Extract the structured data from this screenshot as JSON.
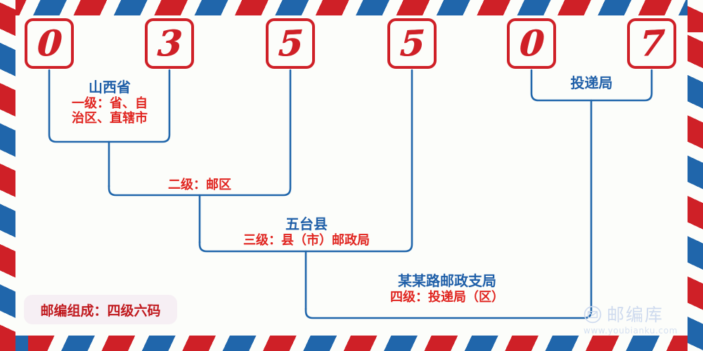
{
  "postcode": {
    "digits": [
      "0",
      "3",
      "5",
      "5",
      "0",
      "7"
    ]
  },
  "colors": {
    "red": "#cf2027",
    "blue": "#2066ab",
    "title_blue": "#1f5fa8",
    "desc_red": "#e0241f",
    "background": "#fcfdfa",
    "badge_bg": "#f6eff4",
    "badge_text": "#c0191e",
    "watermark": "#ccd9ee"
  },
  "levels": [
    {
      "id": "level-1",
      "title": "山西省",
      "desc_line1": "一级：省、自",
      "desc_line2": "治区、直辖市"
    },
    {
      "id": "level-2",
      "title": "",
      "desc_line1": "二级：邮区",
      "desc_line2": ""
    },
    {
      "id": "level-3",
      "title": "五台县",
      "desc_line1": "三级：县（市）邮政局",
      "desc_line2": ""
    },
    {
      "id": "level-4",
      "title": "某某路邮政支局",
      "desc_line1": "四级：投递局（区）",
      "desc_line2": ""
    }
  ],
  "delivery_office_label": "投递局",
  "badge": {
    "text": "邮编组成：四级六码"
  },
  "watermark": {
    "icon": "envelope-circle-icon",
    "brand": "邮编库",
    "url": "www.youbianku.com"
  }
}
